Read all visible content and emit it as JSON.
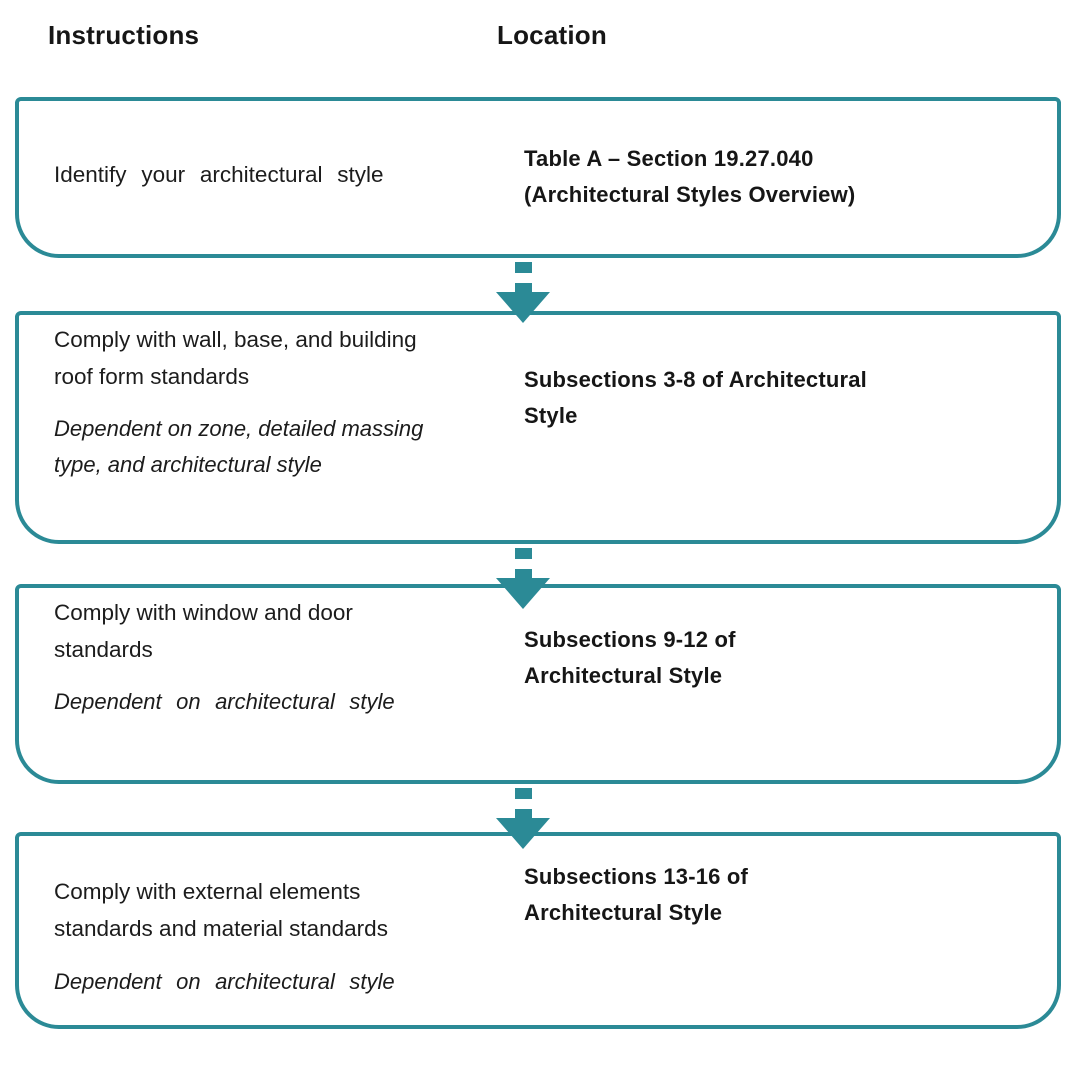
{
  "colors": {
    "accent": "#2B8A96",
    "text": "#1C1C1C"
  },
  "header": {
    "instructions_label": "Instructions",
    "location_label": "Location"
  },
  "steps": [
    {
      "instruction_lines": [
        "Identify your architectural style"
      ],
      "note_lines": [],
      "location_lines": [
        "Table A – Section 19.27.040",
        "(Architectural Styles Overview)"
      ]
    },
    {
      "instruction_lines": [
        "Comply with wall, base, and building",
        "roof form standards"
      ],
      "note_lines": [
        "Dependent on zone, detailed massing",
        "type, and architectural style"
      ],
      "location_lines": [
        "Subsections 3-8 of Architectural",
        "Style"
      ]
    },
    {
      "instruction_lines": [
        "Comply with window and door",
        "standards"
      ],
      "note_lines": [
        "Dependent on architectural style"
      ],
      "location_lines": [
        "Subsections 9-12 of",
        "Architectural Style"
      ]
    },
    {
      "instruction_lines": [
        "Comply with external elements",
        "standards and material standards"
      ],
      "note_lines": [
        "Dependent on architectural style"
      ],
      "location_lines": [
        "Subsections 13-16 of",
        "Architectural Style"
      ]
    }
  ]
}
